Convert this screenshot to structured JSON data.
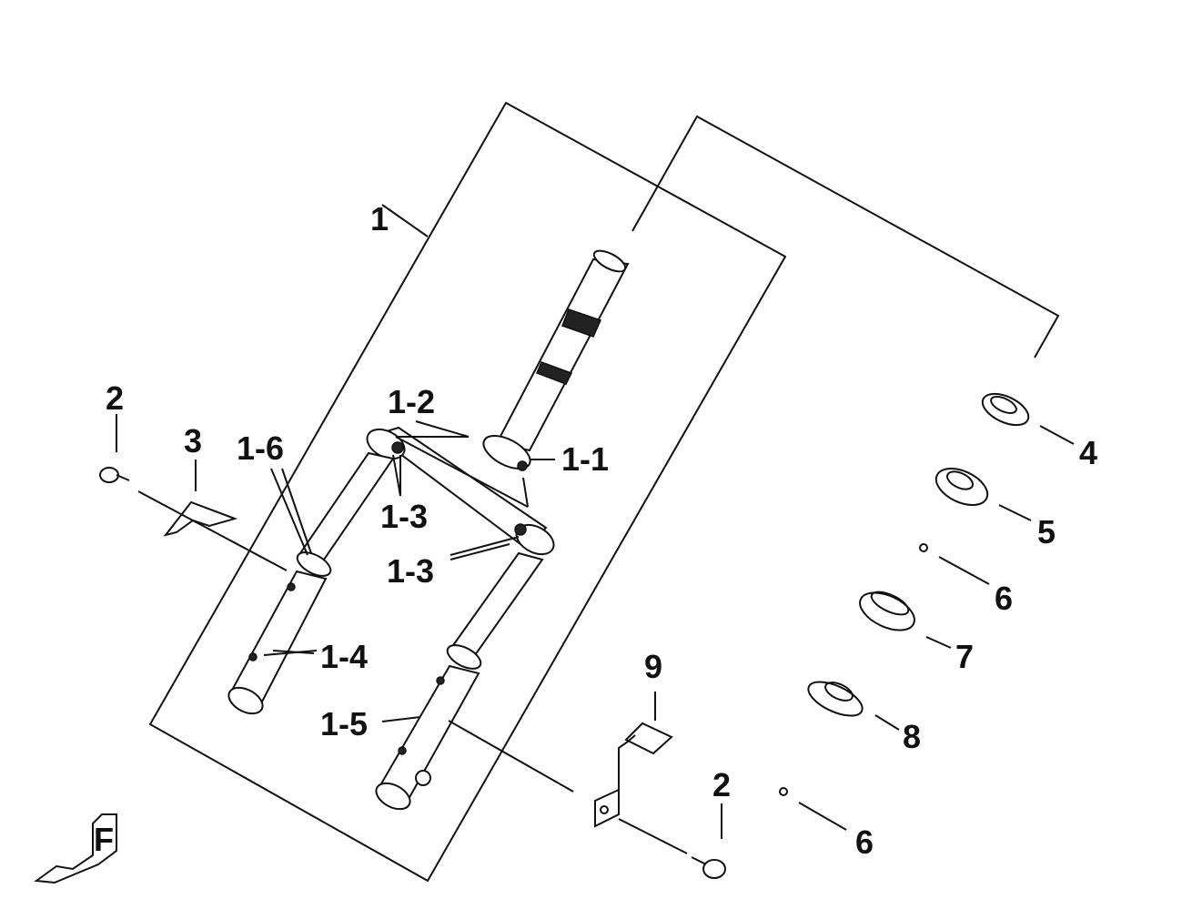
{
  "labels": {
    "l1": "1",
    "l1_1": "1-1",
    "l1_2": "1-2",
    "l1_3a": "1-3",
    "l1_3b": "1-3",
    "l1_4": "1-4",
    "l1_5": "1-5",
    "l1_6": "1-6",
    "l2a": "2",
    "l2b": "2",
    "l3": "3",
    "l4": "4",
    "l5": "5",
    "l6a": "6",
    "l6b": "6",
    "l7": "7",
    "l8": "8",
    "l9": "9"
  },
  "front_indicator": "F",
  "colors": {
    "line": "#111111",
    "background": "#ffffff"
  }
}
